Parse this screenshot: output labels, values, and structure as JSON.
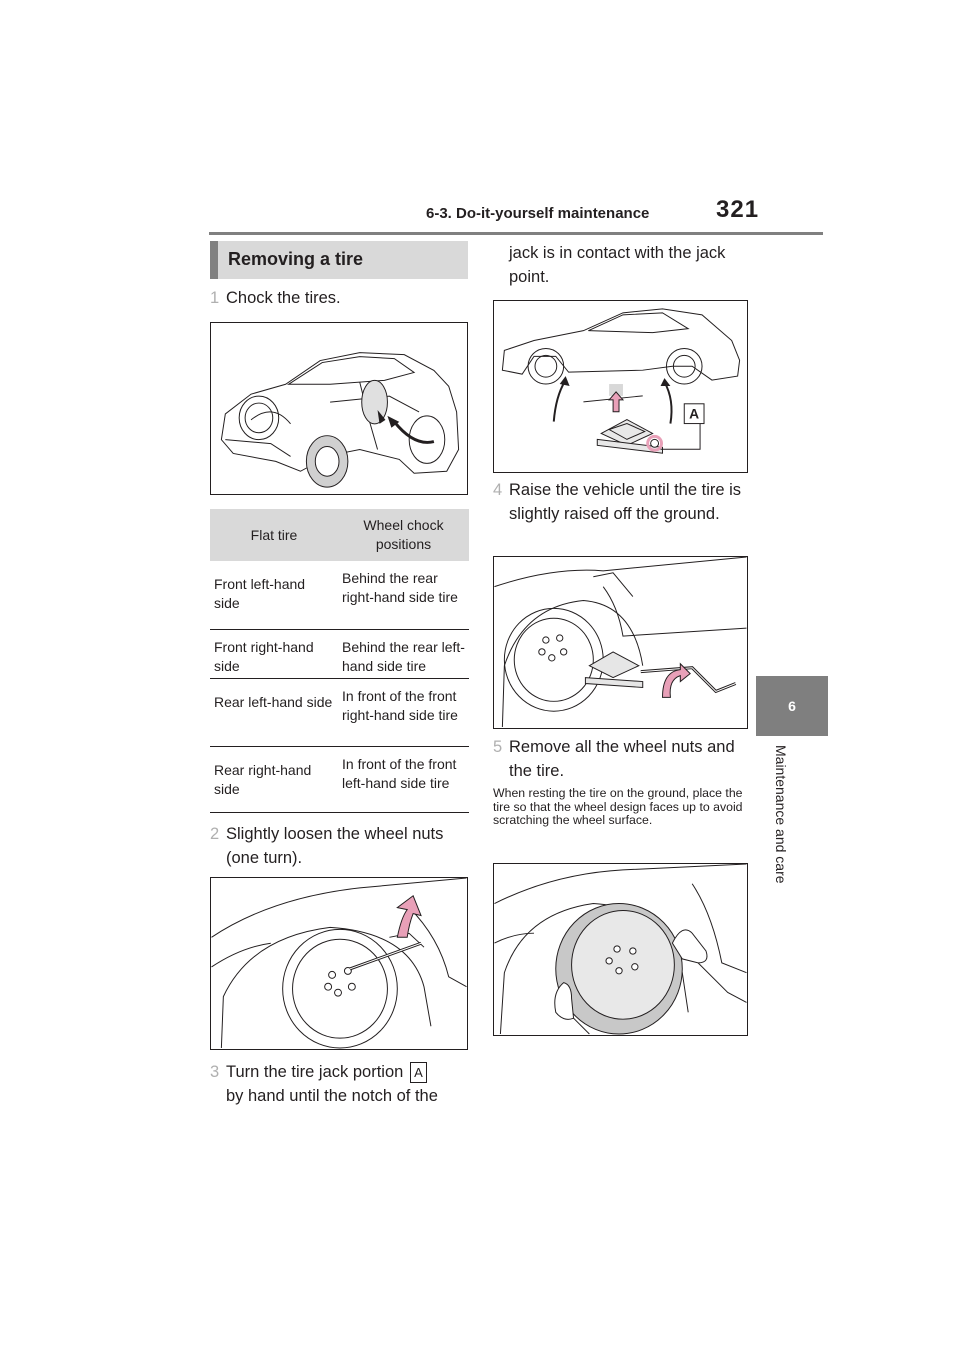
{
  "header": {
    "section_title": "6-3. Do-it-yourself maintenance",
    "page_number": "321"
  },
  "side_tab": {
    "number": "6",
    "label": "Maintenance and care"
  },
  "section": {
    "title": "Removing a tire"
  },
  "steps": [
    {
      "num": "1",
      "text": "Chock the tires."
    },
    {
      "num": "2",
      "text": "Slightly loosen the wheel nuts (one turn)."
    },
    {
      "num": "3",
      "text_before": "Turn the tire jack portion",
      "callout": "A",
      "text_after": "by hand until the notch of the jack is in contact with the jack point."
    },
    {
      "num": "4",
      "text": "Raise the vehicle until the tire is slightly raised off the ground."
    },
    {
      "num": "5",
      "text": "Remove all the wheel nuts and the tire."
    }
  ],
  "step3_continued": "jack is in contact with the jack point.",
  "step3_line2": "by hand until the notch of the",
  "chock_table": {
    "headers": [
      "Flat tire",
      "Wheel chock positions"
    ],
    "rows": [
      [
        "Front left-hand side",
        "Behind the rear right-hand side tire"
      ],
      [
        "Front right-hand side",
        "Behind the rear left-hand side tire"
      ],
      [
        "Rear left-hand side",
        "In front of the front right-hand side tire"
      ],
      [
        "Rear right-hand side",
        "In front of the front left-hand side tire"
      ]
    ]
  },
  "figure_jack": {
    "callout": "A"
  },
  "note": "When resting the tire on the ground, place the tire so that the wheel design faces up to avoid scratching the wheel surface.",
  "colors": {
    "accent_pink": "#e8a0b8",
    "header_rule": "#808080",
    "tab_gray": "#7f7f7f",
    "heading_bg": "#d9d9d9"
  }
}
